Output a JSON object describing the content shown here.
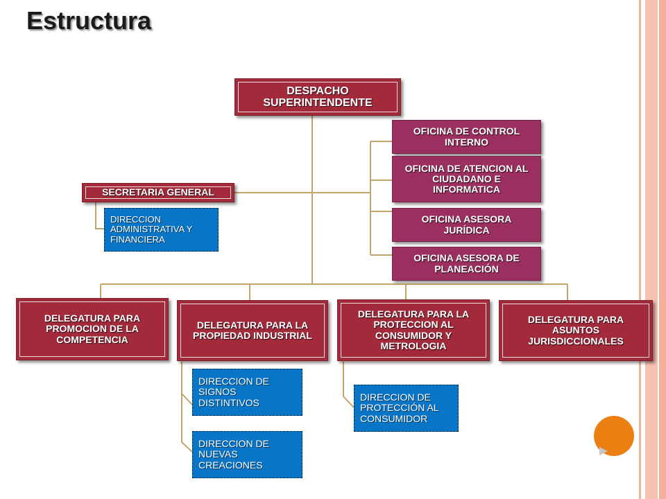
{
  "slide_title": "Estructura",
  "colors": {
    "delegatura_red": "#a22a3b",
    "office_purple": "#9b2f60",
    "direccion_blue": "#0875c7",
    "connector_tan": "#c4a46a",
    "accent_orange": "#ec7f12",
    "side_bar_salmon": "#f3b6a5"
  },
  "org": {
    "despacho": "DESPACHO SUPERINTENDENTE",
    "secretaria_general": "SECRETARIA GENERAL",
    "direccion_administrativa": "DIRECCION ADMINISTRATIVA Y FINANCIERA",
    "oficinas": [
      "OFICINA DE CONTROL INTERNO",
      "OFICINA DE ATENCION AL CIUDADANO E INFORMATICA",
      "OFICINA ASESORA JURÍDICA",
      "OFICINA ASESORA DE PLANEACIÓN"
    ],
    "delegaturas": [
      "DELEGATURA PARA PROMOCION DE LA COMPETENCIA",
      "DELEGATURA PARA LA PROPIEDAD INDUSTRIAL",
      "DELEGATURA PARA LA PROTECCION AL CONSUMIDOR Y METROLOGIA",
      "DELEGATURA PARA ASUNTOS JURISDICCIONALES"
    ],
    "direcciones_propiedad_industrial": [
      "DIRECCION DE SIGNOS DISTINTIVOS",
      "DIRECCION DE NUEVAS CREACIONES"
    ],
    "direccion_consumidor": "DIRECCION DE PROTECCIÓN AL CONSUMIDOR"
  },
  "nav": {
    "next_icon": "play-arrow-icon",
    "bullet_icon": "orange-circle-icon"
  }
}
